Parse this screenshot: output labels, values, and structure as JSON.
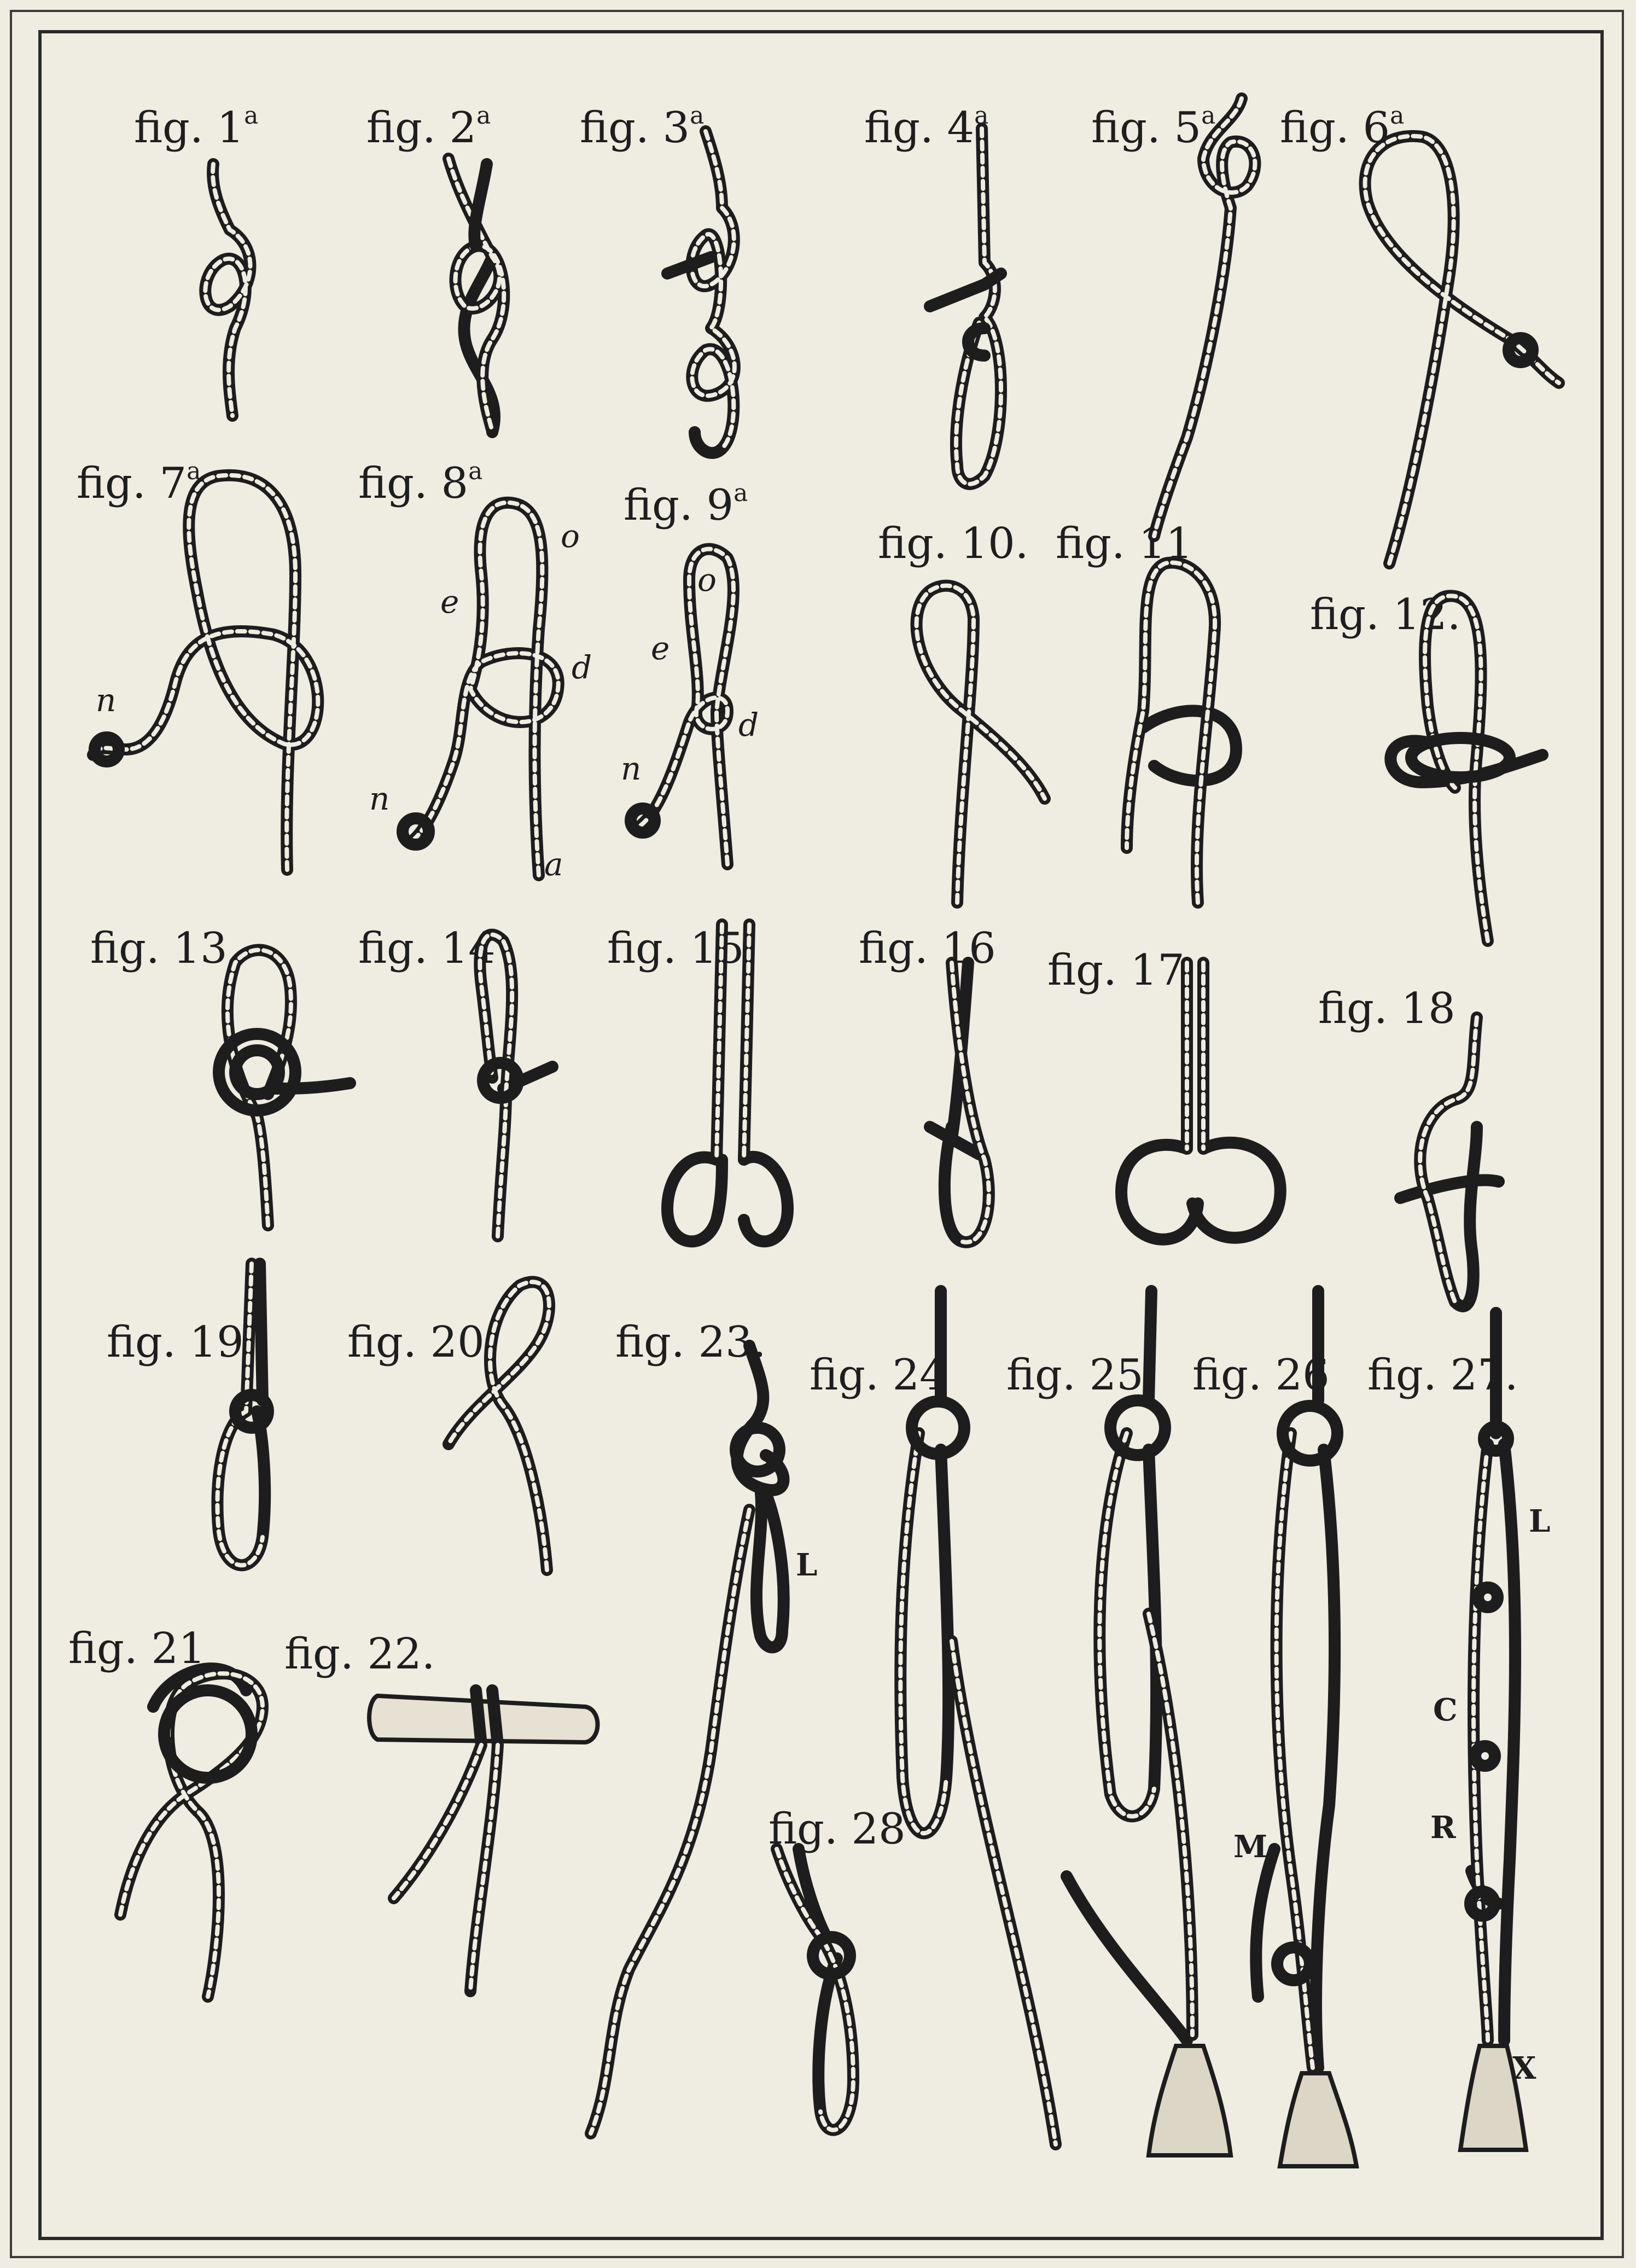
{
  "figures": [
    {
      "id": "1",
      "label": "fig. 1",
      "sup": "a"
    },
    {
      "id": "2",
      "label": "fig. 2",
      "sup": "a"
    },
    {
      "id": "3",
      "label": "fig. 3",
      "sup": "a"
    },
    {
      "id": "4",
      "label": "fig. 4",
      "sup": "a"
    },
    {
      "id": "5",
      "label": "fig. 5",
      "sup": "a"
    },
    {
      "id": "6",
      "label": "fig. 6",
      "sup": "a"
    },
    {
      "id": "7",
      "label": "fig. 7",
      "sup": "a"
    },
    {
      "id": "8",
      "label": "fig. 8",
      "sup": "a"
    },
    {
      "id": "9",
      "label": "fig. 9",
      "sup": "a"
    },
    {
      "id": "10",
      "label": "fig. 10."
    },
    {
      "id": "11",
      "label": "fig. 11"
    },
    {
      "id": "12",
      "label": "fig. 12."
    },
    {
      "id": "13",
      "label": "fig. 13."
    },
    {
      "id": "14",
      "label": "fig. 14"
    },
    {
      "id": "15",
      "label": "fig. 15"
    },
    {
      "id": "16",
      "label": "fig. 16"
    },
    {
      "id": "17",
      "label": "fig. 17"
    },
    {
      "id": "18",
      "label": "fig. 18"
    },
    {
      "id": "19",
      "label": "fig. 19"
    },
    {
      "id": "20",
      "label": "fig. 20."
    },
    {
      "id": "21",
      "label": "fig. 21"
    },
    {
      "id": "22",
      "label": "fig. 22."
    },
    {
      "id": "23",
      "label": "fig. 23."
    },
    {
      "id": "24",
      "label": "fig. 24"
    },
    {
      "id": "25",
      "label": "fig. 25."
    },
    {
      "id": "26",
      "label": "fig. 26"
    },
    {
      "id": "27",
      "label": "fig. 27."
    },
    {
      "id": "28",
      "label": "fig. 28"
    }
  ],
  "letters": {
    "n7": "n",
    "o8": "o",
    "e8": "e",
    "d8": "d",
    "n8": "n",
    "a8": "a",
    "o9": "o",
    "e9": "e",
    "d9": "d",
    "n9": "n",
    "L23": "L",
    "M26": "M",
    "L27": "L",
    "C27": "C",
    "R27": "R",
    "X27": "X"
  }
}
